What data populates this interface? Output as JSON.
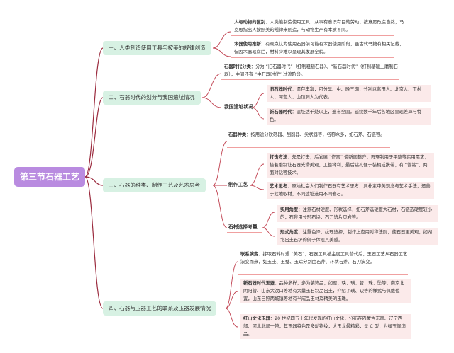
{
  "root": {
    "title": "第三节石器工艺"
  },
  "sections": [
    {
      "title": "一、人类制造使用工具与按美的规律创造",
      "leaves": [
        {
          "label": "人与动物的区别",
          "text": "：人类能制造使用工具，从事有意识有目的劳动，按意愿改造自然，马克思指出人按照美的规律来创造，与动物生产有本质不同。"
        },
        {
          "label": "木器使用推断",
          "text": "：有观点认为使用石器前可能有木器使用阶段，虽古代书籍有相关记载，但因木器易腐烂，材料少难以呈现其发展全貌。"
        }
      ]
    },
    {
      "title": "二、石器时代的划分与我国遗址情况",
      "leaves": [
        {
          "label": "石器时代分类",
          "text": "：分为 “旧石器时代”（打制粗糙石器）、“新石器时代”（打制基础上磨制石器），中间还有 “中石器时代” 过渡阶段。"
        }
      ],
      "groups": [
        {
          "label": "我国遗址状况",
          "leaves": [
            {
              "label": "旧石器时代",
              "text": "：遗存丰富，可分早、中、晚三期，分别以蓝田人、北京人、丁村人、河套人、山顶洞人为代表。"
            },
            {
              "label": "新石器时代",
              "text": "：遗址达千处以上，遍布全国，延续数千年后各地区呈现差异与特色。"
            }
          ]
        }
      ]
    },
    {
      "title": "三、石器的种类、制作工艺及艺术思考",
      "leaves": [
        {
          "label": "石器种类",
          "text": "：按用途分砍砸器、刮削器、尖状器等，名称众多，如石斧、石镞等。"
        }
      ],
      "groups": [
        {
          "label": "制作工艺",
          "leaves": [
            {
              "label": "打击方法",
              "text": "：先是打击，后发展 “作窝” 使断面整齐，再琢制用于平整等实用需求，接着磨制让石器光滑美观，工整锋利，最后钻孔便于装柄或携带，有 “管钻”、两面对钻等技术。"
            },
            {
              "label": "艺术思考",
              "text": "：原始社会人们制作石器有艺术思考，具朴素审美观念与艺术手法，还善于就地取材，不同遗址选用不同岩石。"
            }
          ]
        },
        {
          "label": "石材选择考量",
          "leaves": [
            {
              "label": "实用角度",
              "text": "：注意石材硬度、形状选择，如石斧选硬度大石材，石镞选硬度较小的，石斧用长形石块，石刀选片页岩等。"
            },
            {
              "label": "形式角度",
              "text": "：注重色泽、纹理选择，制作上应用对称法则，使石器更美观，如湖北出土石铲的例子体现其美感。"
            }
          ]
        }
      ]
    },
    {
      "title": "四、石器与玉器工艺的联系及玉器发展情况",
      "leaves": [
        {
          "label": "联系演变",
          "text": "：拣取石料时遇 “美石”，石器工具被金属工具替代后，玉器工艺从石器工艺演变而来，如玉圭、玉璧、玉琮分别由石斧、环状石斧、石刀演变。"
        },
        {
          "label": "新石器时代玉器",
          "text": "：品种多样，多为装饰品，如璧、玦、璜、管、珠、坠等，南京北阴阳营、山东大汶口等地有大量玉石制品出土，介绍了璜、玦等的样式与佩戴位置，山东日照两城镇等地有半成品玉材及精美的玉珠。"
        },
        {
          "label": "红山文化玉器",
          "text": "：20 世纪四五十年代发现的红山文化，分布在内蒙古东南、辽宁西部、河北北部一带，其玉器特色是多动物纹，大玉龙最精彩，呈 C 型，为绿玉佩饰品。"
        }
      ]
    }
  ]
}
